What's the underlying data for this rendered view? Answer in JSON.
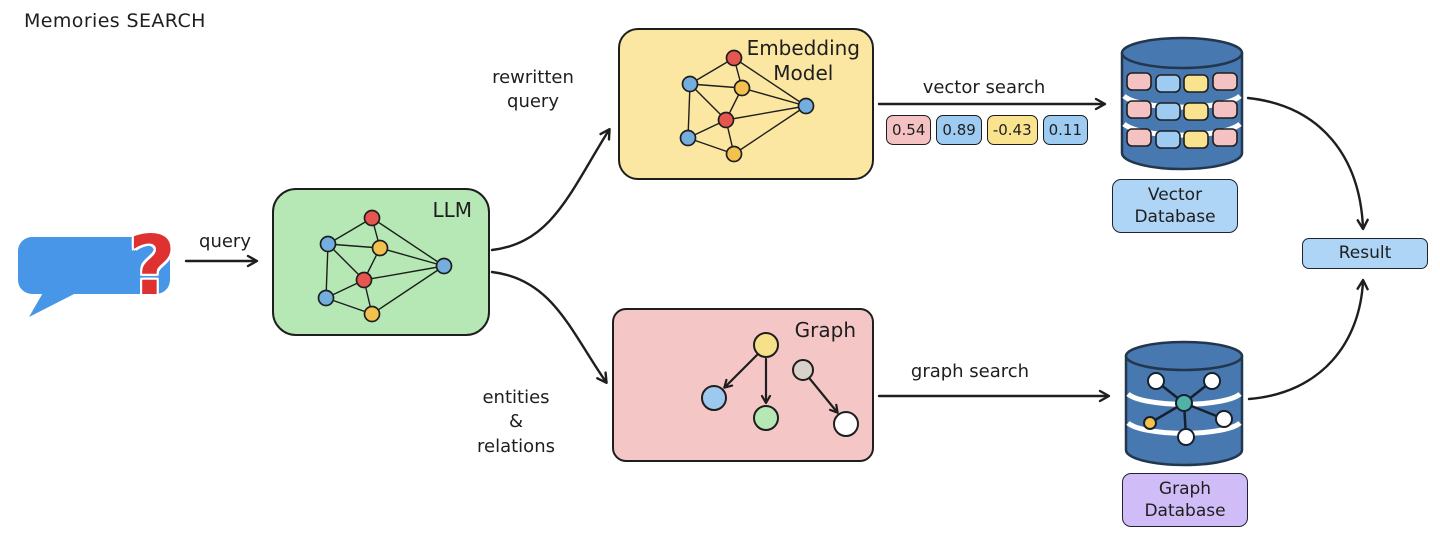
{
  "title": "Memories SEARCH",
  "nodes": {
    "query_bubble": {
      "question_mark": "?"
    },
    "llm": {
      "label": "LLM"
    },
    "embedding_model": {
      "label": "Embedding\nModel"
    },
    "graph": {
      "label": "Graph"
    },
    "vector_database": {
      "label": "Vector\nDatabase"
    },
    "graph_database": {
      "label": "Graph\nDatabase"
    },
    "result": {
      "label": "Result"
    }
  },
  "edges": {
    "query": "query",
    "rewritten_query": "rewritten\nquery",
    "entities_relations": "entities\n&\nrelations",
    "vector_search": "vector search",
    "graph_search": "graph search"
  },
  "vector_values": [
    {
      "value": "0.54",
      "color": "#f4c2c2"
    },
    {
      "value": "0.89",
      "color": "#9ecbf2"
    },
    {
      "value": "-0.43",
      "color": "#f9e38e"
    },
    {
      "value": "0.11",
      "color": "#9ecbf2"
    }
  ],
  "colors": {
    "llm_fill": "#b5e8b5",
    "embedding_fill": "#fbe7a1",
    "graph_fill": "#f5c6c6",
    "vector_db_label_fill": "#aed4f6",
    "graph_db_label_fill": "#d0bdf7",
    "result_fill": "#aed4f6",
    "bubble_blue": "#4896e8",
    "question_red": "#e03131",
    "cylinder_blue": "#4878b0",
    "stroke": "#1e1e1e"
  }
}
